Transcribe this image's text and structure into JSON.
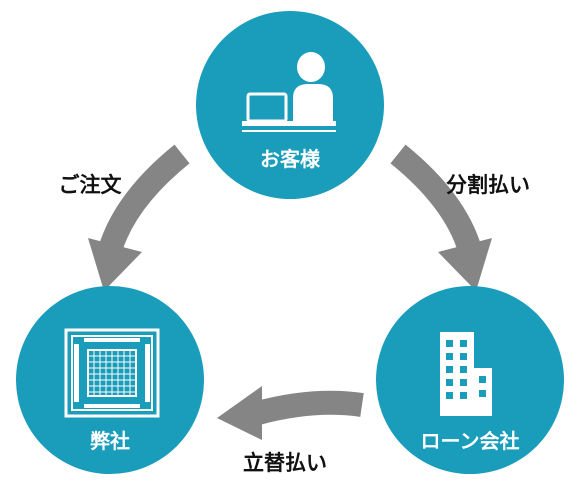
{
  "colors": {
    "node_fill": "#1a9dbb",
    "arrow": "#858585",
    "icon": "#ffffff",
    "label_text": "#111111"
  },
  "nodes": {
    "customer": {
      "label": "お客様",
      "icon": "person-at-laptop-icon"
    },
    "company": {
      "label": "弊社",
      "icon": "ceiling-cassette-air-conditioner-icon"
    },
    "loan_company": {
      "label": "ローン会社",
      "icon": "office-building-icon"
    }
  },
  "edges": {
    "order": {
      "label": "ご注文",
      "from": "customer",
      "to": "company"
    },
    "installment": {
      "label": "分割払い",
      "from": "customer",
      "to": "loan_company"
    },
    "advance_payment": {
      "label": "立替払い",
      "from": "loan_company",
      "to": "company"
    }
  }
}
